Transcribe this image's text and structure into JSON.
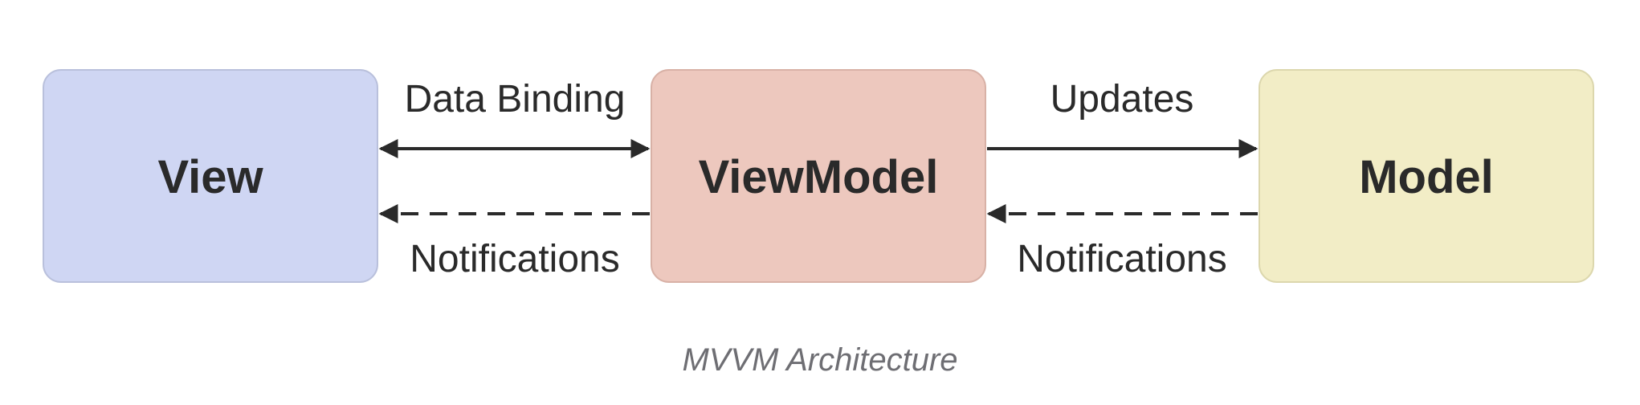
{
  "nodes": {
    "view": {
      "label": "View",
      "fill": "#cfd6f3",
      "stroke": "#b9c0dc"
    },
    "viewmodel": {
      "label": "ViewModel",
      "fill": "#edc8be",
      "stroke": "#d8b1a6"
    },
    "model": {
      "label": "Model",
      "fill": "#f2edc6",
      "stroke": "#dcd7ad"
    }
  },
  "edges": {
    "data_binding": {
      "label": "Data Binding",
      "style": "solid",
      "direction": "bidirectional"
    },
    "notifications_left": {
      "label": "Notifications",
      "style": "dashed",
      "direction": "to-view"
    },
    "updates": {
      "label": "Updates",
      "style": "solid",
      "direction": "to-model"
    },
    "notifications_right": {
      "label": "Notifications",
      "style": "dashed",
      "direction": "to-viewmodel"
    }
  },
  "caption": "MVVM Architecture",
  "colors": {
    "arrow": "#2a2a2a",
    "text": "#2a2a2a",
    "caption": "#6e6e73"
  }
}
